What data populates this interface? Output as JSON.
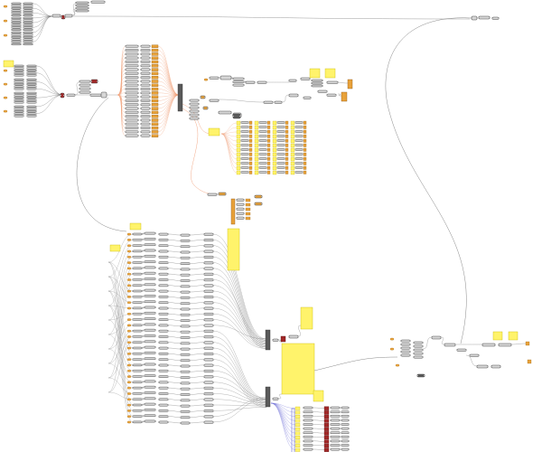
{
  "app": {
    "view": "node-graph-canvas"
  },
  "colors": {
    "background": "#ffffff",
    "wire": "#6a6a6a",
    "wire_selected": "#f0a07a",
    "node_fill": "#d7d7d7",
    "node_border": "#4a4a4a",
    "param_orange": "#e8a23a",
    "panel_yellow": "#fff36b",
    "panel_yellow_border": "#c9b800",
    "output_red": "#a12828",
    "output_dark_red": "#7a1515",
    "group_blue": "#6b6bd6"
  },
  "clusters": [
    {
      "id": "top-left-inputs",
      "interactable": true
    },
    {
      "id": "mid-left-inputs",
      "interactable": true
    },
    {
      "id": "orange-fan-cluster",
      "interactable": true
    },
    {
      "id": "central-merge-cluster",
      "interactable": true
    },
    {
      "id": "right-top-cluster",
      "interactable": true
    },
    {
      "id": "bottom-main-cluster",
      "interactable": true
    },
    {
      "id": "bottom-right-cluster",
      "interactable": true
    },
    {
      "id": "bottom-output-cluster",
      "interactable": true
    }
  ],
  "panels": [
    {
      "id": "note-panel-top-left"
    },
    {
      "id": "note-panel-mid-left"
    },
    {
      "id": "note-panel-right-a"
    },
    {
      "id": "note-panel-right-b"
    },
    {
      "id": "tall-output-panel"
    },
    {
      "id": "large-output-panel"
    },
    {
      "id": "small-output-panel"
    },
    {
      "id": "bottom-right-panel-a"
    },
    {
      "id": "bottom-right-panel-b"
    },
    {
      "id": "bottom-panel"
    }
  ]
}
